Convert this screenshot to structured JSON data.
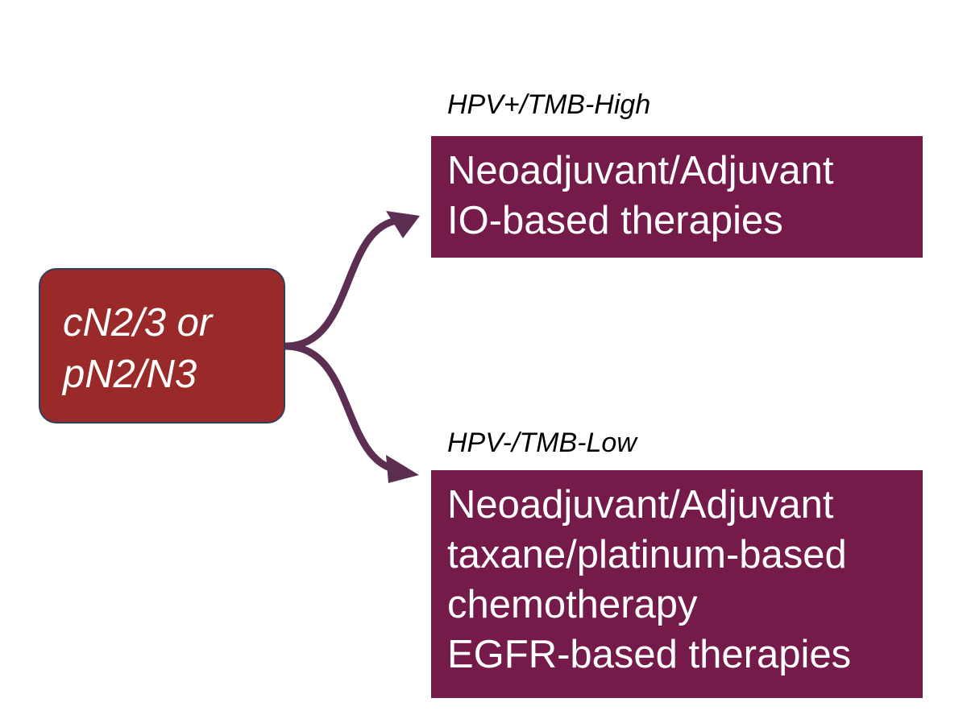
{
  "colors": {
    "source_fill": "#9a2a2a",
    "source_border": "#2f3f5a",
    "target_fill": "#751b4a",
    "arrow": "#5b2e52",
    "text_on_fill": "#ffffff"
  },
  "source": {
    "lines": [
      "cN2/3 or",
      "pN2/N3"
    ]
  },
  "branches": [
    {
      "label": "HPV+/TMB-High",
      "lines": [
        "Neoadjuvant/Adjuvant",
        "IO-based therapies"
      ]
    },
    {
      "label": "HPV-/TMB-Low",
      "lines": [
        "Neoadjuvant/Adjuvant",
        "taxane/platinum-based",
        "chemotherapy",
        "EGFR-based therapies"
      ]
    }
  ]
}
